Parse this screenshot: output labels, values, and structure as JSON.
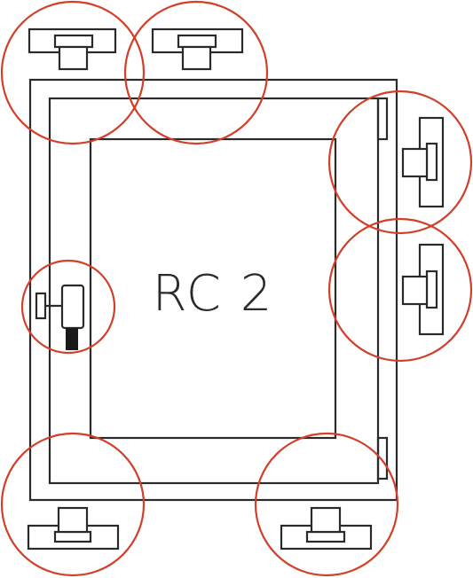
{
  "label": "RC 2",
  "colors": {
    "line": "#2a2a2a",
    "highlight": "#d23f2a",
    "background": "#ffffff"
  },
  "hardware_points": [
    {
      "kind": "mushroom-locking-cam",
      "location": "top-left"
    },
    {
      "kind": "mushroom-locking-cam",
      "location": "top-center"
    },
    {
      "kind": "mushroom-locking-cam",
      "location": "right-upper"
    },
    {
      "kind": "mushroom-locking-cam",
      "location": "right-middle"
    },
    {
      "kind": "lockable-handle",
      "location": "left-middle"
    },
    {
      "kind": "mushroom-locking-cam",
      "location": "bottom-left"
    },
    {
      "kind": "mushroom-locking-cam",
      "location": "bottom-right"
    }
  ]
}
